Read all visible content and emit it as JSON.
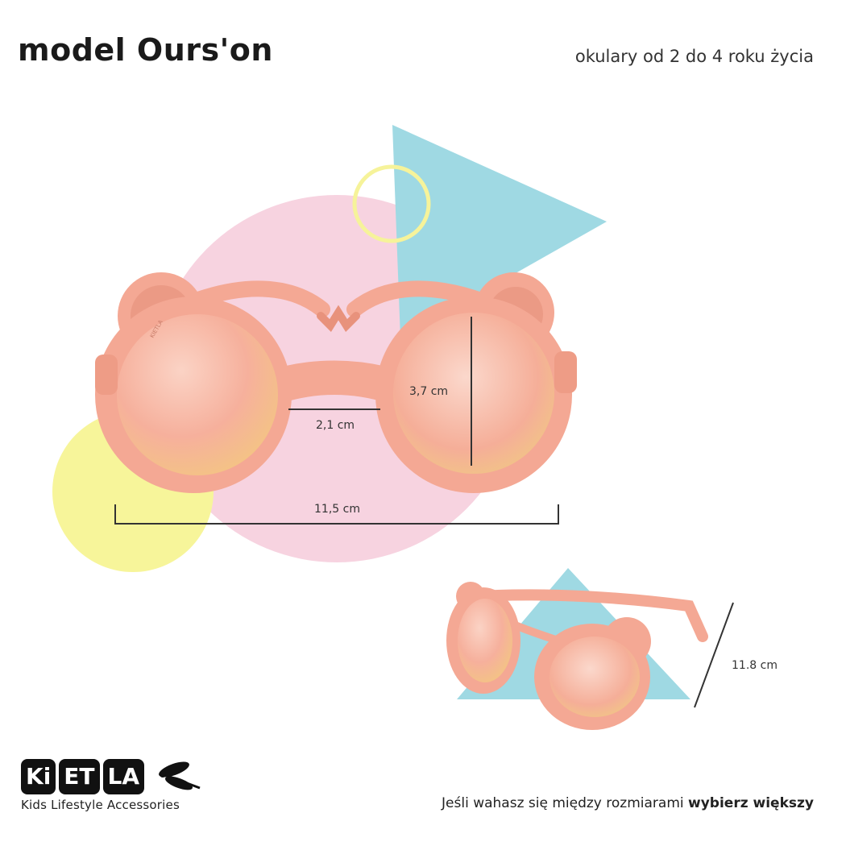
{
  "header": {
    "title": "model Ours'on",
    "subtitle": "okulary od 2 do 4 roku życia"
  },
  "dimensions": {
    "lens_height": "3,7 cm",
    "bridge_width": "2,1 cm",
    "frame_width": "11,5 cm",
    "temple_length": "11.8 cm"
  },
  "logo": {
    "boxes": [
      "Ki",
      "ET",
      "LA"
    ],
    "tagline": "Kids Lifestyle Accessories"
  },
  "frame_print": "KIETLA",
  "advice": {
    "text": "Jeśli wahasz się między rozmiarami ",
    "emphasis": "wybierz większy"
  },
  "colors": {
    "frame": "#f4a894",
    "frame_dark": "#e8927c",
    "pink_circle": "#f7d3e0",
    "blue_triangle": "#9fd9e3",
    "yellow": "#f7f59a",
    "lens": "#f6b8a4"
  }
}
